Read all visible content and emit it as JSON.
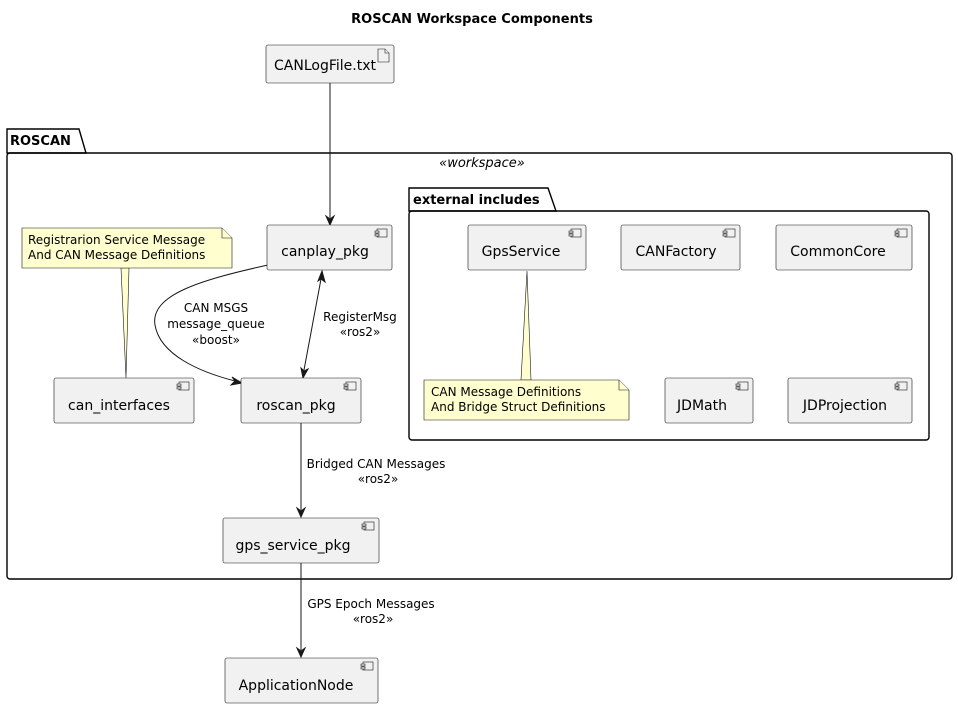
{
  "diagram": {
    "title": "ROSCAN Workspace Components",
    "packages": {
      "roscan": {
        "name": "ROSCAN",
        "stereotype": "«workspace»"
      },
      "external": {
        "name": "external includes"
      }
    },
    "artifacts": {
      "canlogfile": "CANLogFile.txt"
    },
    "components": {
      "canplay_pkg": "canplay_pkg",
      "can_interfaces": "can_interfaces",
      "roscan_pkg": "roscan_pkg",
      "gps_service_pkg": "gps_service_pkg",
      "gpsservice": "GpsService",
      "canfactory": "CANFactory",
      "commoncore": "CommonCore",
      "jdmath": "JDMath",
      "jdprojection": "JDProjection",
      "applicationnode": "ApplicationNode"
    },
    "notes": {
      "registration": [
        "Registrarion Service Message",
        "And CAN Message Definitions"
      ],
      "gps_definitions": [
        "CAN Message Definitions",
        "And Bridge Struct Definitions"
      ]
    },
    "edges": {
      "can_msgs": [
        "CAN MSGS",
        "message_queue",
        "«boost»"
      ],
      "register_msg": [
        "RegisterMsg",
        "«ros2»"
      ],
      "bridged": [
        "Bridged CAN Messages",
        "«ros2»"
      ],
      "gps_epoch": [
        "GPS Epoch Messages",
        "«ros2»"
      ]
    },
    "colors": {
      "component_fill": "#f1f1f1",
      "note_fill": "#fefece",
      "line": "#181818"
    }
  }
}
